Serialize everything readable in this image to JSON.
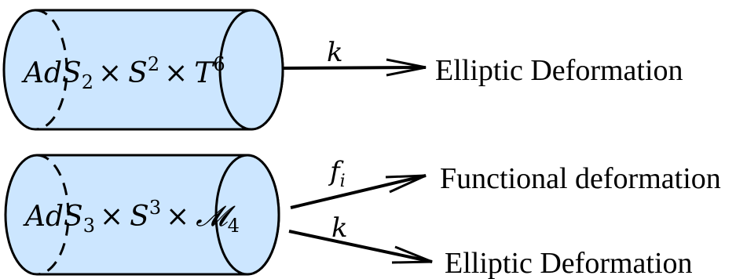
{
  "top": {
    "space": {
      "ads": "AdS",
      "ads_sub": "2",
      "times1": "×",
      "s": "S",
      "s_sup": "2",
      "times2": "×",
      "t": "T",
      "t_sup": "6"
    },
    "arrow_label": "k",
    "target": "Elliptic Deformation"
  },
  "bottom": {
    "space": {
      "ads": "AdS",
      "ads_sub": "3",
      "times1": "×",
      "s": "S",
      "s_sup": "3",
      "times2": "×",
      "m": "𝓜",
      "m_sub": "4"
    },
    "arrow1_label": "f",
    "arrow1_label_sub": "i",
    "target1": "Functional deformation",
    "arrow2_label": "k",
    "target2": "Elliptic Deformation"
  }
}
